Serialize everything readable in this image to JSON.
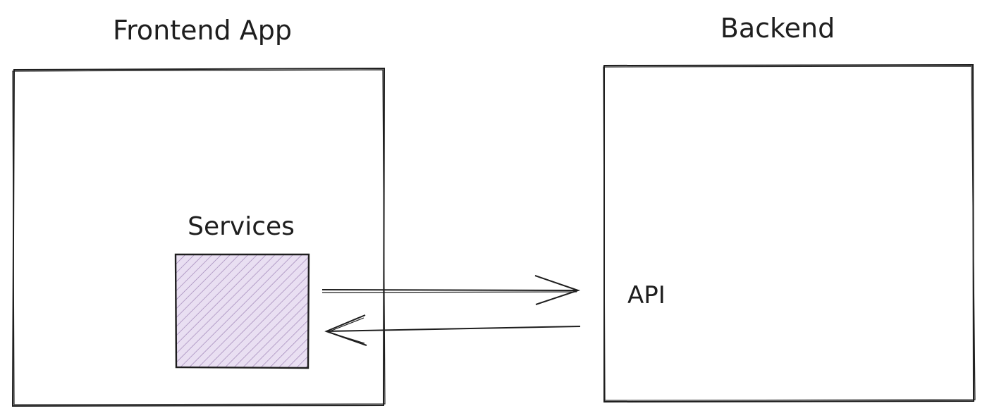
{
  "diagram": {
    "frontend": {
      "title": "Frontend App",
      "services_label": "Services"
    },
    "backend": {
      "title": "Backend",
      "api_label": "API"
    },
    "colors": {
      "stroke": "#1e1e1e",
      "services_fill": "#e9dff2",
      "services_hatch": "#9b7fb3",
      "background": "#ffffff"
    }
  }
}
